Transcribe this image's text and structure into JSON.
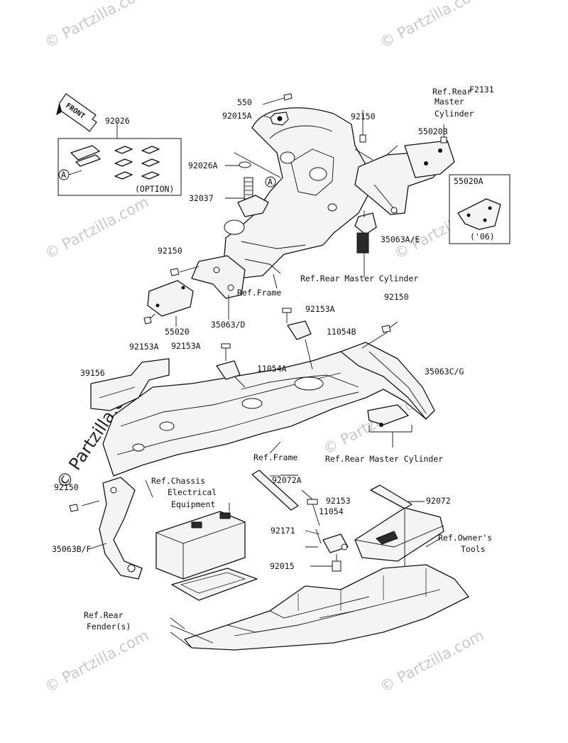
{
  "figure_code": "F2131",
  "watermark": "© Partzilla.com",
  "front_arrow": "FRONT",
  "callout_letter": "A",
  "labels": {
    "p550": "550",
    "p92015A": "92015A",
    "p92150_top": "92150",
    "p55020B": "55020B",
    "ref_rmc_top_1": "Ref.Rear",
    "ref_rmc_top_2": "Master",
    "ref_rmc_top_3": "Cylinder",
    "p92026": "92026",
    "p92026A": "92026A",
    "p32037": "32037",
    "option": "(OPTION)",
    "p55020A": "55020A",
    "year06": "('06)",
    "p35063AE": "35063A/E",
    "p92150_mid": "92150",
    "ref_rmc_mid": "Ref.Rear Master Cylinder",
    "ref_frame_top": "Ref.Frame",
    "p35063D": "35063/D",
    "p55020": "55020",
    "p92153A_left": "92153A",
    "p92153A_top": "92153A",
    "p11054B": "11054B",
    "p92150_right": "92150",
    "p92153A_mid": "92153A",
    "p11054A": "11054A",
    "p35063CG": "35063C/G",
    "p39156": "39156",
    "ref_frame_low": "Ref.Frame",
    "ref_rmc_low": "Ref.Rear Master Cylinder",
    "p92072A": "92072A",
    "ref_chassis_1": "Ref.Chassis",
    "ref_chassis_2": "Electrical",
    "ref_chassis_3": "Equipment",
    "p92150_low": "92150",
    "p92153": "92153",
    "p11054": "11054",
    "p92072": "92072",
    "p92171": "92171",
    "ref_tools_1": "Ref.Owner's",
    "ref_tools_2": "Tools",
    "p35063BF": "35063B/F",
    "p92015": "92015",
    "ref_fender_1": "Ref.Rear",
    "ref_fender_2": "Fender(s)"
  }
}
